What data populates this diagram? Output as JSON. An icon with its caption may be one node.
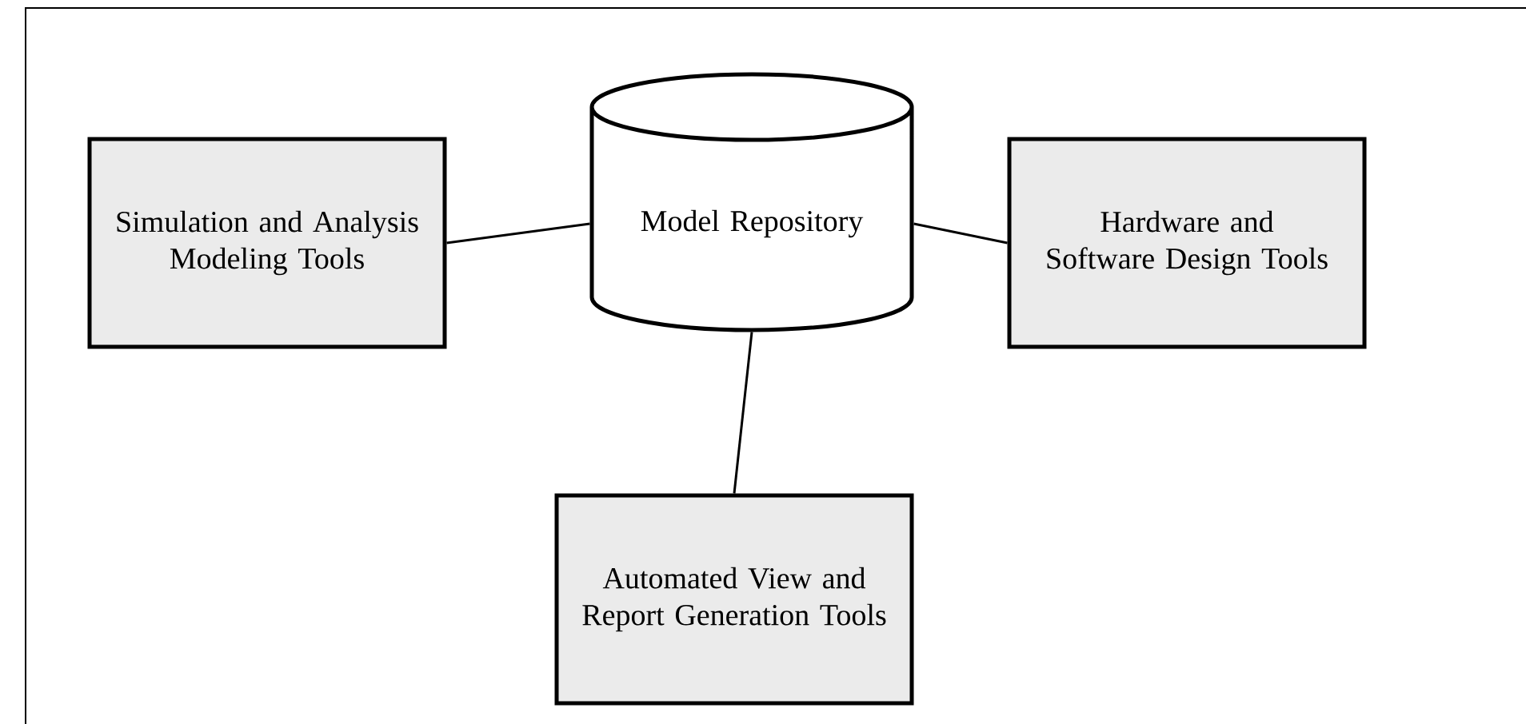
{
  "diagram": {
    "nodes": [
      {
        "text": [
          "Simulation and Analysis Modeling Tools"
        ]
      },
      {
        "text": [
          "Model Repository"
        ]
      },
      {
        "text": [
          "Hardware and Software Design Tools"
        ]
      },
      {
        "text": [
          "Automated View and Report Generation Tools"
        ]
      }
    ],
    "edges": [
      {
        "from": 0,
        "to": 1,
        "arrow": "none"
      },
      {
        "from": 1,
        "to": 2,
        "arrow": "none"
      },
      {
        "from": 1,
        "to": 3,
        "arrow": "none"
      }
    ]
  }
}
